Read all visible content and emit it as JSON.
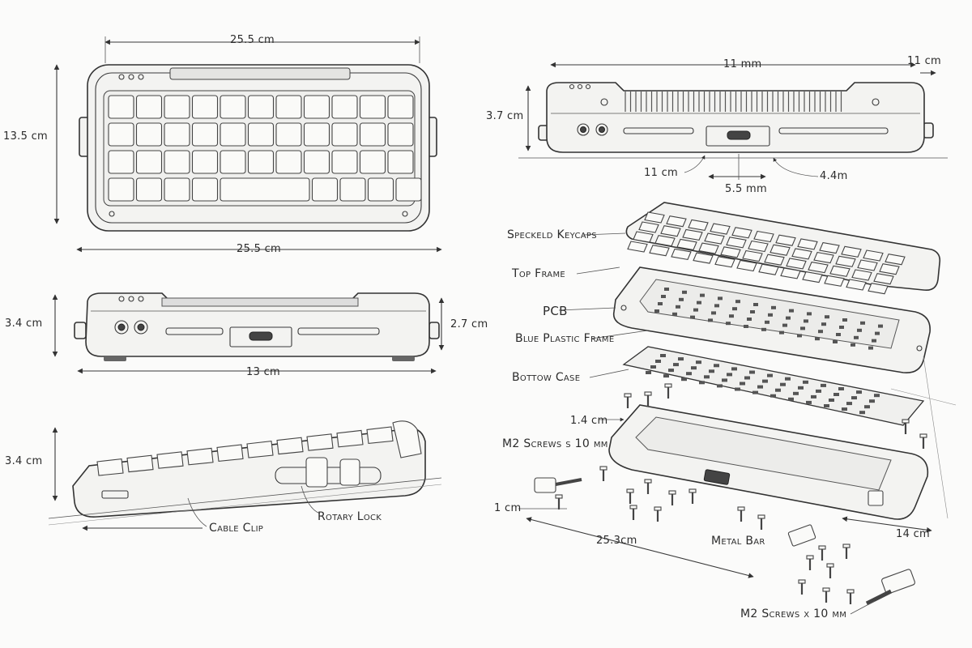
{
  "top_view": {
    "width_top": "25.5 cm",
    "width_bottom": "25.5 cm",
    "height": "13.5 cm"
  },
  "front_view": {
    "height_left": "3.4 cm",
    "height_right": "2.7 cm",
    "width": "13 cm"
  },
  "side_view": {
    "height": "3.4 cm",
    "cable_clip": "Cable Clip",
    "rotary_lock": "Rotary Lock"
  },
  "rear_view": {
    "top_width": "11 mm",
    "top_right": "11 cm",
    "height": "3.7 cm",
    "bottom_left": "11 cm",
    "port_width": "5.5 mm",
    "bottom_right": "4.4m"
  },
  "exploded_view": {
    "labels": {
      "keycaps": "Speckeld Keycaps",
      "top_frame": "Top Frame",
      "pcb": "PCB",
      "blue_frame": "Blue Plastic Frame",
      "bottom_case": "Bottow Case",
      "dim_14": "1.4 cm",
      "screws_top": "M2 Screws s 10 mm",
      "dim_1cm": "1 cm",
      "dim_253": "25.3cm",
      "metal_bar": "Metal Bar",
      "dim_14cm": "14 cm",
      "screws_bottom": "M2 Screws x 10 mm"
    }
  },
  "icons": [
    "keyboard-sketch",
    "screw-icon",
    "usb-port-icon"
  ],
  "colors": {
    "paper": "#fbfbfa",
    "ink": "#2b2b2b"
  }
}
